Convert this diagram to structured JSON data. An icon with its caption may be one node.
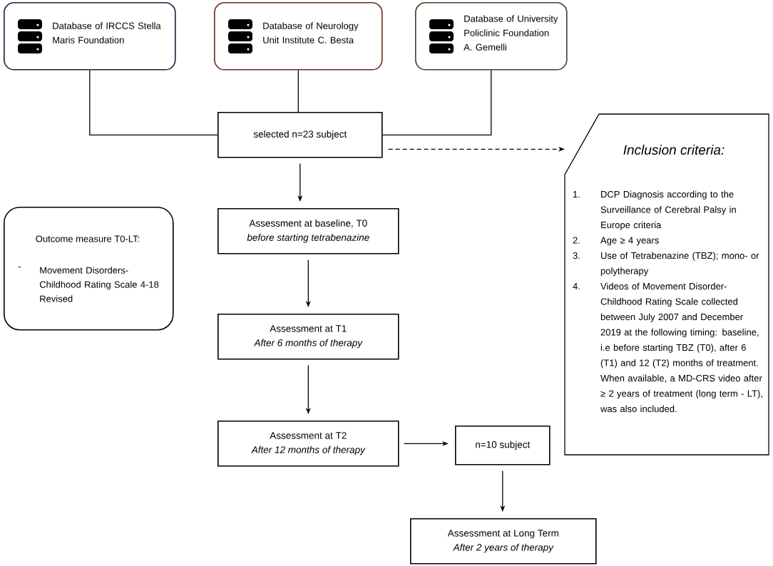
{
  "diagram": {
    "nodes": [
      {
        "text": [
          "Database of IRCCS Stella Maris Foundation"
        ]
      },
      {
        "text": [
          "Database of Neurology Unit Institute C. Besta"
        ]
      },
      {
        "text": [
          "Database of University Policlinic Foundation A. Gemelli"
        ]
      },
      {
        "text": [
          "selected n=23 subject"
        ]
      },
      {
        "text": [
          "Inclusion criteria:",
          "1.",
          "DCP Diagnosis according to the Surveillance of Cerebral Palsy in Europe criteria",
          "2.",
          "Age ≥ 4 years",
          "3.",
          "Use of Tetrabenazine (TBZ); mono- or polytherapy",
          "4.",
          "Videos of Movement Disorder-Childhood Rating Scale collected between July 2007 and December 2019 at the following timing: baseline, i.e before starting TBZ (T0), after 6 (T1) and 12 (T2) months of treatment. When available, a MD-CRS video after ≥ 2 years of treatment (long term - LT), was also included."
        ]
      },
      {
        "text": [
          "Outcome measure T0-LT:",
          "-",
          "Movement Disorders- Childhood Rating Scale 4-18 Revised"
        ]
      },
      {
        "text": [
          "Assessment at baseline, T0",
          "before starting tetrabenazine"
        ]
      },
      {
        "text": [
          "Assessment at T1",
          "After 6 months of therapy"
        ]
      },
      {
        "text": [
          "Assessment at T2",
          "After 12 months of therapy"
        ]
      },
      {
        "text": [
          "n=10 subject"
        ]
      },
      {
        "text": [
          "Assessment at Long Term",
          "After 2 years of therapy"
        ]
      }
    ],
    "edges": [
      {
        "from": 0,
        "to": 3,
        "arrow": "none"
      },
      {
        "from": 1,
        "to": 3,
        "arrow": "none"
      },
      {
        "from": 2,
        "to": 3,
        "arrow": "none"
      },
      {
        "from": 3,
        "to": 4,
        "arrow": "to",
        "style": "dashed"
      },
      {
        "from": 3,
        "to": 6,
        "arrow": "to"
      },
      {
        "from": 6,
        "to": 7,
        "arrow": "to"
      },
      {
        "from": 7,
        "to": 8,
        "arrow": "to"
      },
      {
        "from": 8,
        "to": 9,
        "arrow": "to"
      },
      {
        "from": 9,
        "to": 10,
        "arrow": "to"
      }
    ]
  }
}
